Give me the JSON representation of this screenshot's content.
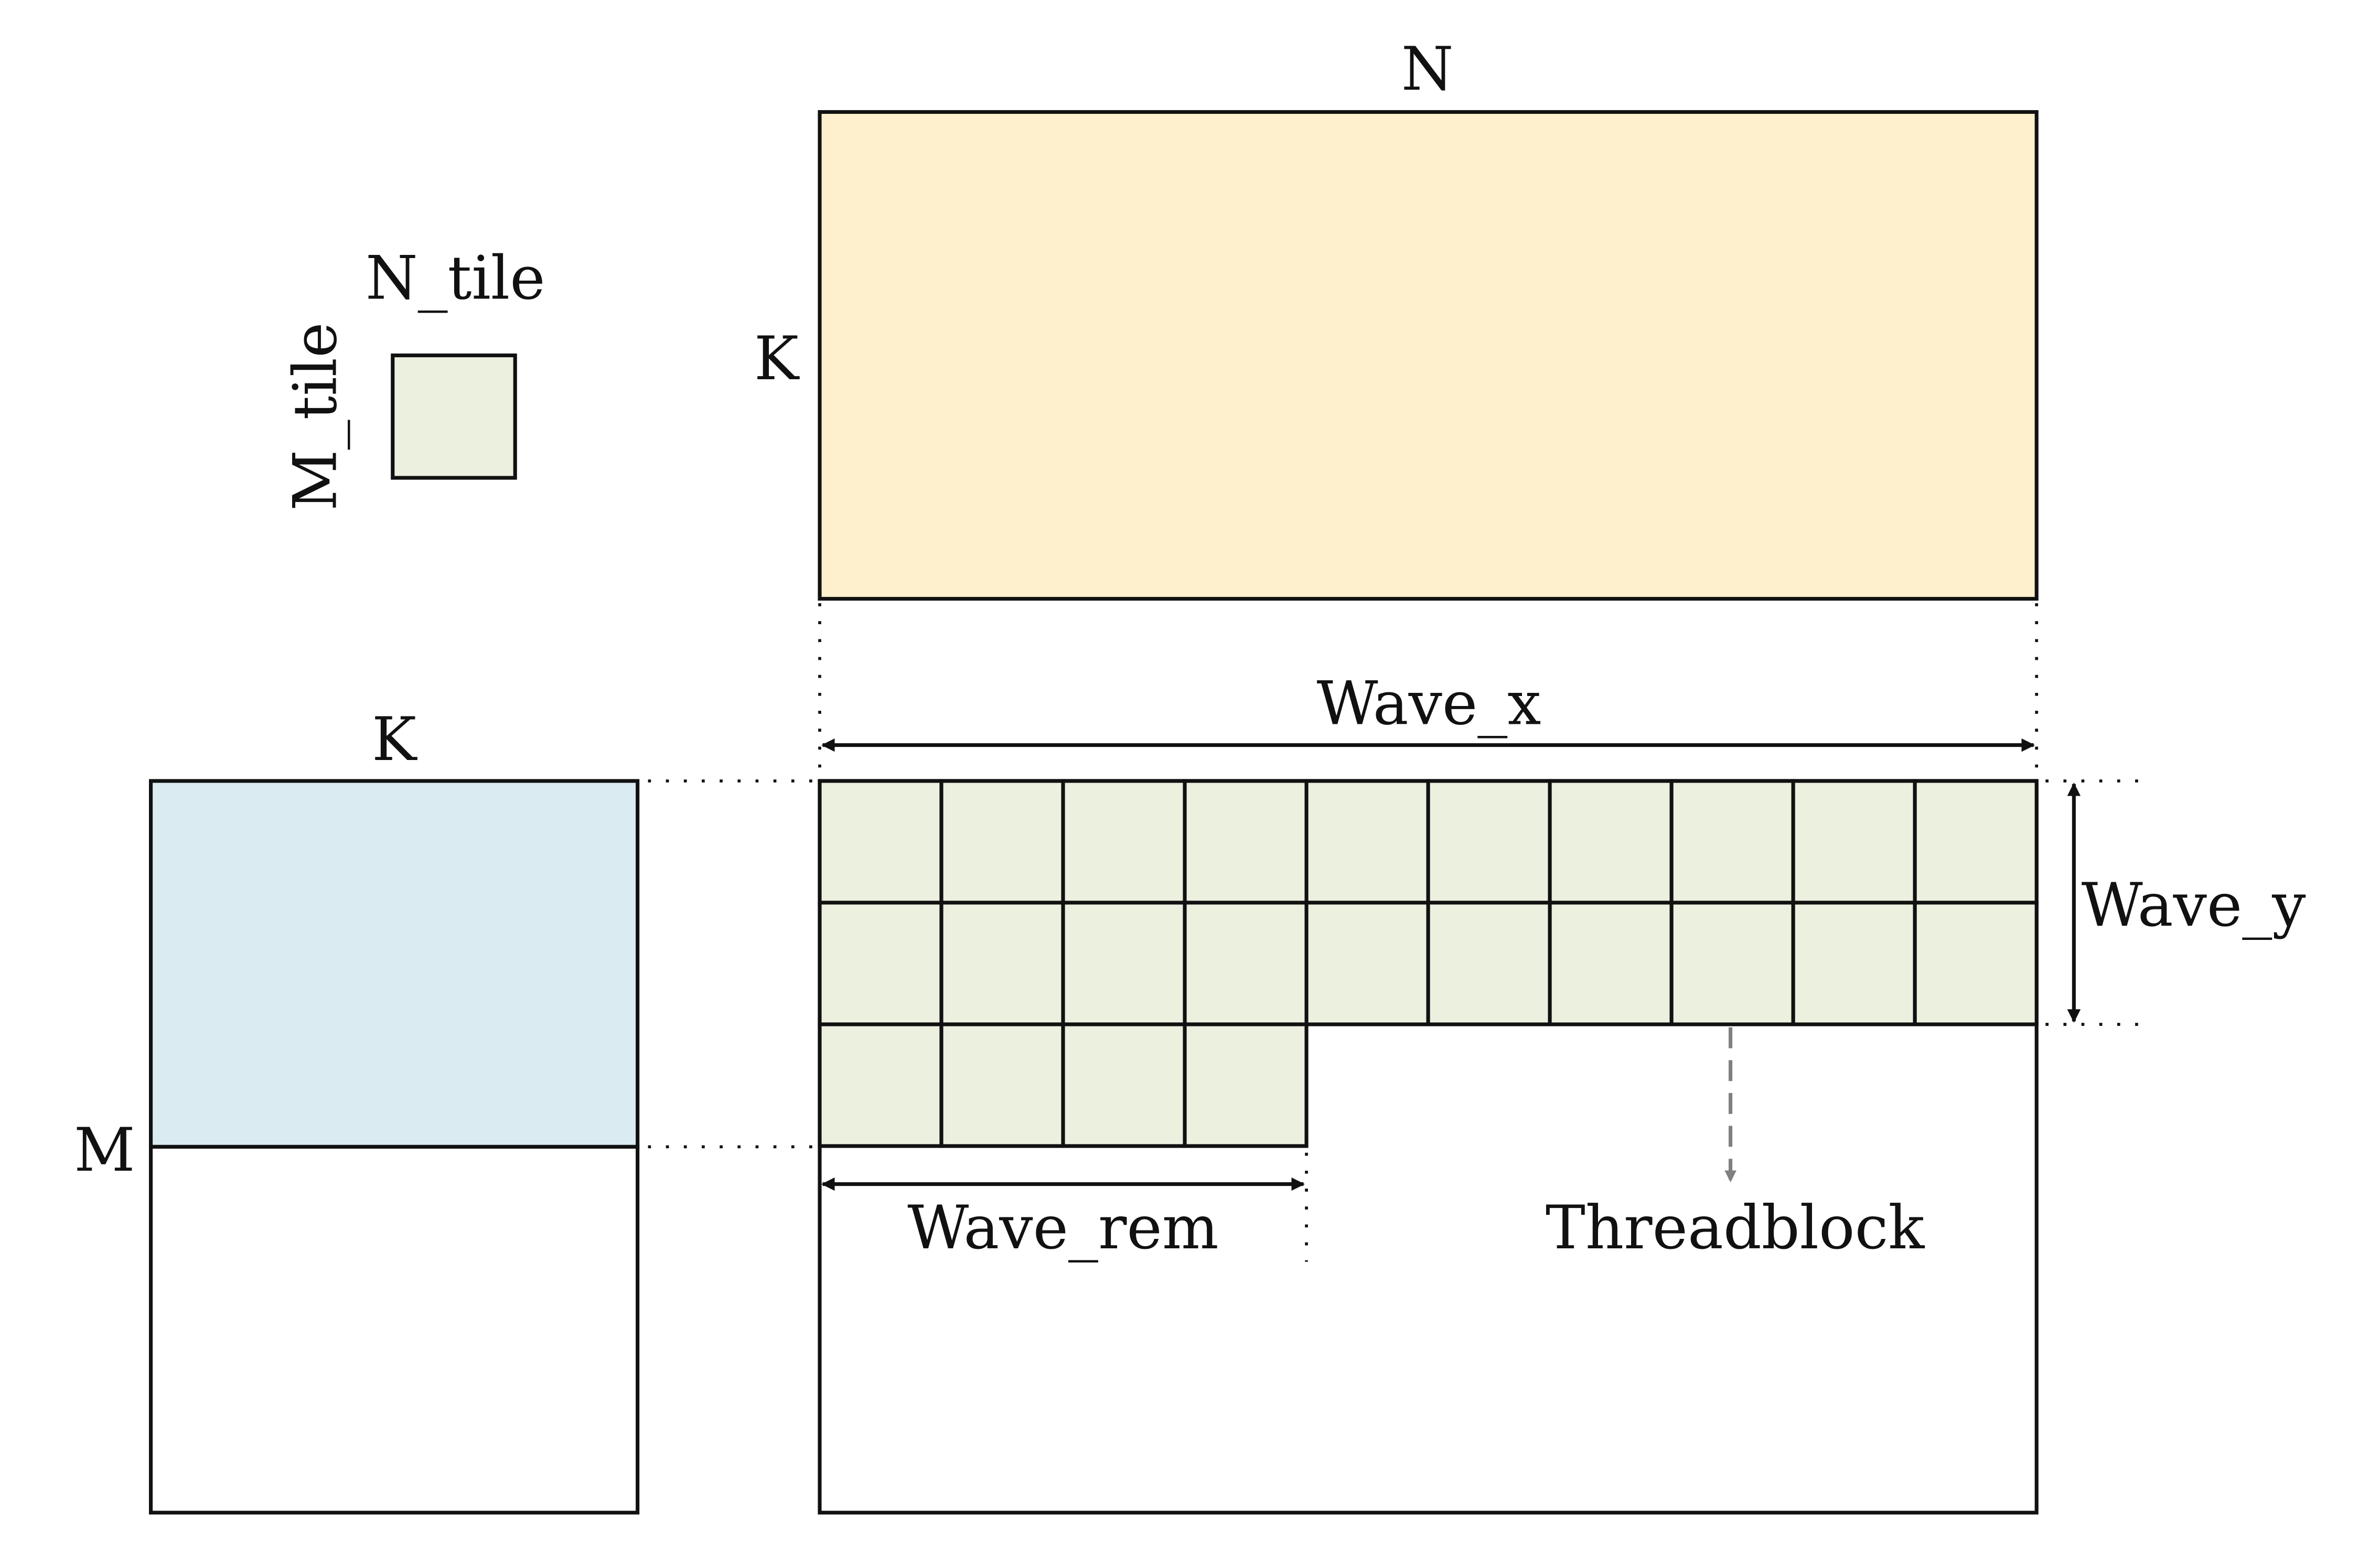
{
  "labels": {
    "b_cols": "N",
    "b_rows": "K",
    "tile_cols": "N_tile",
    "tile_rows": "M_tile",
    "a_cols": "K",
    "a_rows": "M",
    "wave_x": "Wave_x",
    "wave_y": "Wave_y",
    "wave_rem": "Wave_rem",
    "threadblock": "Threadblock"
  },
  "colors": {
    "matrix_b_fill": "#fef0cd",
    "matrix_a_active_fill": "#daecf2",
    "tile_fill": "#ebf0df",
    "stroke": "#111111",
    "dashed_arrow": "#808080"
  },
  "grid": {
    "full_rows": 2,
    "columns": 10,
    "remainder_tiles": 4
  }
}
